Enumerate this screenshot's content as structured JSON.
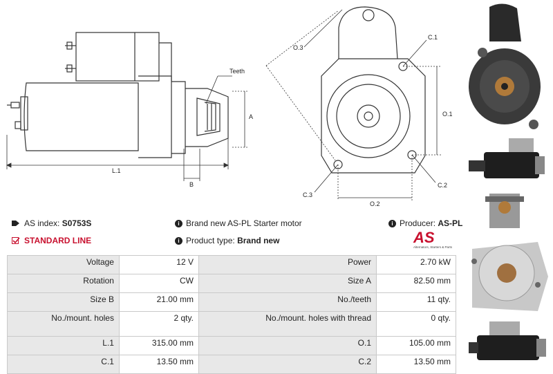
{
  "drawing_labels": {
    "teeth": "Teeth",
    "a": "A",
    "l1": "L.1",
    "b": "B",
    "o3": "O.3",
    "c1": "C.1",
    "o1": "O.1",
    "c3": "C.3",
    "c2": "C.2",
    "o2": "O.2"
  },
  "info": {
    "as_index_label": "AS index:",
    "as_index_value": "S0753S",
    "brand_text": "Brand new AS-PL Starter motor",
    "producer_label": "Producer:",
    "producer_value": "AS-PL",
    "standard_line": "STANDARD LINE",
    "product_type_label": "Product type:",
    "product_type_value": "Brand new"
  },
  "logo": {
    "mark": "AS",
    "sub": "Alternators, Starters & Parts"
  },
  "colors": {
    "accent": "#c8102e",
    "label_bg": "#e8e8e8",
    "border": "#c9c9c9"
  },
  "specs": [
    {
      "l1": "Voltage",
      "v1": "12 V",
      "l2": "Power",
      "v2": "2.70 kW"
    },
    {
      "l1": "Rotation",
      "v1": "CW",
      "l2": "Size A",
      "v2": "82.50 mm"
    },
    {
      "l1": "Size B",
      "v1": "21.00 mm",
      "l2": "No./teeth",
      "v2": "11 qty."
    },
    {
      "l1": "No./mount. holes",
      "v1": "2 qty.",
      "l2": "No./mount. holes with thread",
      "v2": "0 qty."
    },
    {
      "l1": "L.1",
      "v1": "315.00 mm",
      "l2": "O.1",
      "v2": "105.00 mm"
    },
    {
      "l1": "C.1",
      "v1": "13.50 mm",
      "l2": "C.2",
      "v2": "13.50 mm"
    }
  ]
}
